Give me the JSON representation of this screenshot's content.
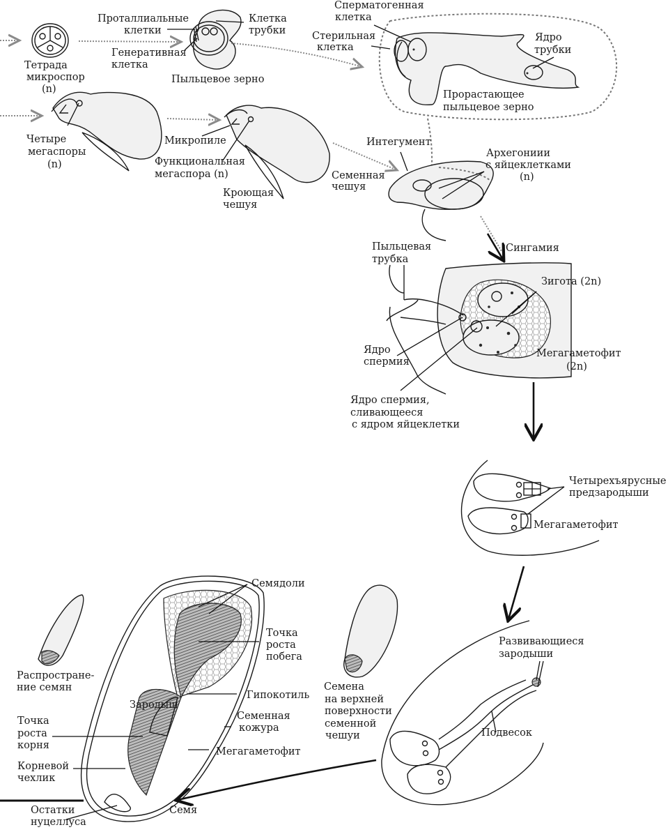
{
  "title": "Жизненный цикл сосны (голосеменные)",
  "labels": {
    "tetrad": [
      "Тетрада",
      "микроспор",
      "(n)"
    ],
    "prothallial": [
      "Проталлиальные",
      "клетки"
    ],
    "tube_cell": [
      "Клетка",
      "трубки"
    ],
    "generative": [
      "Генеративная",
      "клетка"
    ],
    "pollen_grain": "Пыльцевое зерно",
    "spermatogenous": [
      "Сперматогенная",
      "клетка"
    ],
    "sterile": [
      "Стерильная",
      "клетка"
    ],
    "tube_nucleus": [
      "Ядро",
      "трубки"
    ],
    "germinating": [
      "Прорастающее",
      "пыльцевое зерно"
    ],
    "four_megaspores": [
      "Четыре",
      "мегаспоры",
      "(n)"
    ],
    "micropyle": "Микропиле",
    "functional_megaspore": [
      "Функциональная",
      "мегаспора (n)"
    ],
    "seed_scale": [
      "Семенная",
      "чешуя"
    ],
    "bract_scale": [
      "Кроющая",
      "чешуя"
    ],
    "integument": "Интегумент",
    "archegonia": [
      "Архегониии",
      "с яйцеклетками",
      "(n)"
    ],
    "pollen_tube": [
      "Пыльцевая",
      "трубка"
    ],
    "syngamy": "Сингамия",
    "zygote": "Зигота (2n)",
    "sperm_nucleus": [
      "Ядро",
      "спермия"
    ],
    "fusing_sperm": [
      "Ядро спермия,",
      "сливающееся",
      "с ядром яйцеклетки"
    ],
    "megagametophyte_2n": [
      "Мегагаметофит",
      "(2n)"
    ],
    "proembryos": [
      "Четырехъярусные",
      "предзародыши"
    ],
    "megagametophyte_1": "Мегагаметофит",
    "developing_embryos": [
      "Развивающиеся",
      "зародыши"
    ],
    "suspensor": "Подвесок",
    "cotyledons": "Семядоли",
    "shoot_apex": [
      "Точка",
      "роста",
      "побега"
    ],
    "hypocotyl": "Гипокотиль",
    "embryo": "Зародыш",
    "seed_coat": [
      "Семенная",
      "кожура"
    ],
    "megagametophyte_2": "Мегагаметофит",
    "root_apex": [
      "Точка",
      "роста",
      "корня"
    ],
    "root_cap": [
      "Корневой",
      "чехлик"
    ],
    "nucellus_remnants": [
      "Остатки",
      "нуцеллуса"
    ],
    "seed": "Семя",
    "dispersal": [
      "Распростране-",
      "ние семян"
    ],
    "seeds_on_scale": [
      "Семена",
      "на верхней",
      "поверхности",
      "семенной",
      "чешуи"
    ]
  }
}
